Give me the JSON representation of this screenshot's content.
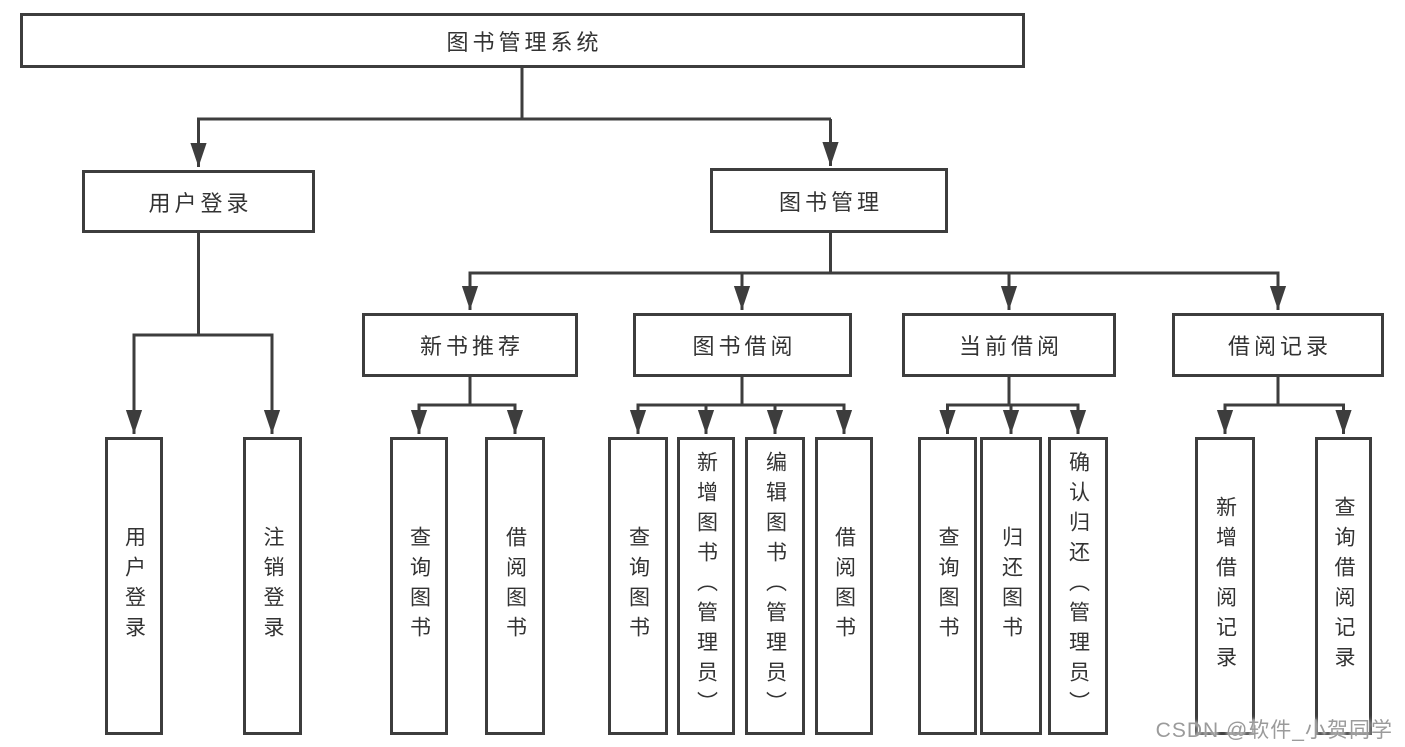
{
  "diagram_title": "图书管理系统",
  "nodes": {
    "root": "图书管理系统",
    "user_login": "用户登录",
    "book_mgmt": "图书管理",
    "new_book_rec": "新书推荐",
    "book_borrow": "图书借阅",
    "current_borrow": "当前借阅",
    "borrow_record": "借阅记录",
    "leaf_user_login": "用户登录",
    "leaf_logout": "注销登录",
    "leaf_query_book_1": "查询图书",
    "leaf_borrow_book_1": "借阅图书",
    "leaf_query_book_2": "查询图书",
    "leaf_add_book": "新增图书（管理员）",
    "leaf_edit_book": "编辑图书（管理员）",
    "leaf_borrow_book_2": "借阅图书",
    "leaf_query_book_3": "查询图书",
    "leaf_return_book": "归还图书",
    "leaf_confirm_return": "确认归还（管理员）",
    "leaf_add_record": "新增借阅记录",
    "leaf_query_record": "查询借阅记录"
  },
  "watermark": "CSDN @软件_小贺同学",
  "colors": {
    "line": "#3d3d3d",
    "text": "#333333",
    "background": "#ffffff",
    "watermark": "#9b9b9b"
  }
}
